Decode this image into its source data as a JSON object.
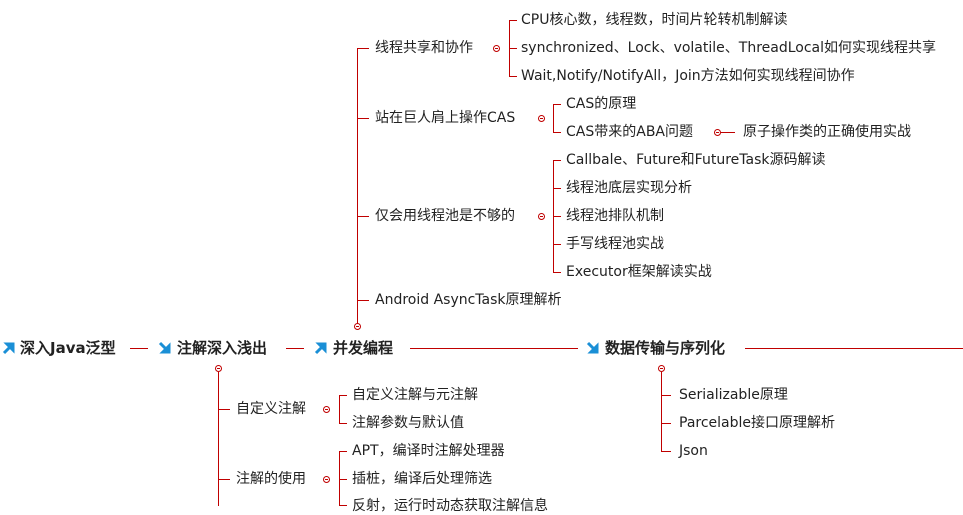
{
  "colors": {
    "line": "#c00000",
    "arrow": "#1a8fd6",
    "text": "#222222"
  },
  "main_nodes": {
    "generics": "深入Java泛型",
    "annotations": "注解深入浅出",
    "concurrency": "并发编程",
    "serialization": "数据传输与序列化"
  },
  "concurrency": {
    "thread_sharing": {
      "label": "线程共享和协作",
      "children": [
        "CPU核心数，线程数，时间片轮转机制解读",
        "synchronized、Lock、volatile、ThreadLocal如何实现线程共享",
        "Wait,Notify/NotifyAll，Join方法如何实现线程间协作"
      ]
    },
    "cas": {
      "label": "站在巨人肩上操作CAS",
      "children": [
        "CAS的原理",
        "CAS带来的ABA问题"
      ],
      "aba_child": "原子操作类的正确使用实战"
    },
    "threadpool": {
      "label": "仅会用线程池是不够的",
      "children": [
        "Callbale、Future和FutureTask源码解读",
        "线程池底层实现分析",
        "线程池排队机制",
        "手写线程池实战",
        "Executor框架解读实战"
      ]
    },
    "asynctask": "Android AsyncTask原理解析"
  },
  "annotations": {
    "custom": {
      "label": "自定义注解",
      "children": [
        "自定义注解与元注解",
        "注解参数与默认值"
      ]
    },
    "usage": {
      "label": "注解的使用",
      "children": [
        "APT，编译时注解处理器",
        "插桩，编译后处理筛选",
        "反射，运行时动态获取注解信息"
      ]
    }
  },
  "serialization": {
    "children": [
      "Serializable原理",
      "Parcelable接口原理解析",
      "Json"
    ]
  }
}
